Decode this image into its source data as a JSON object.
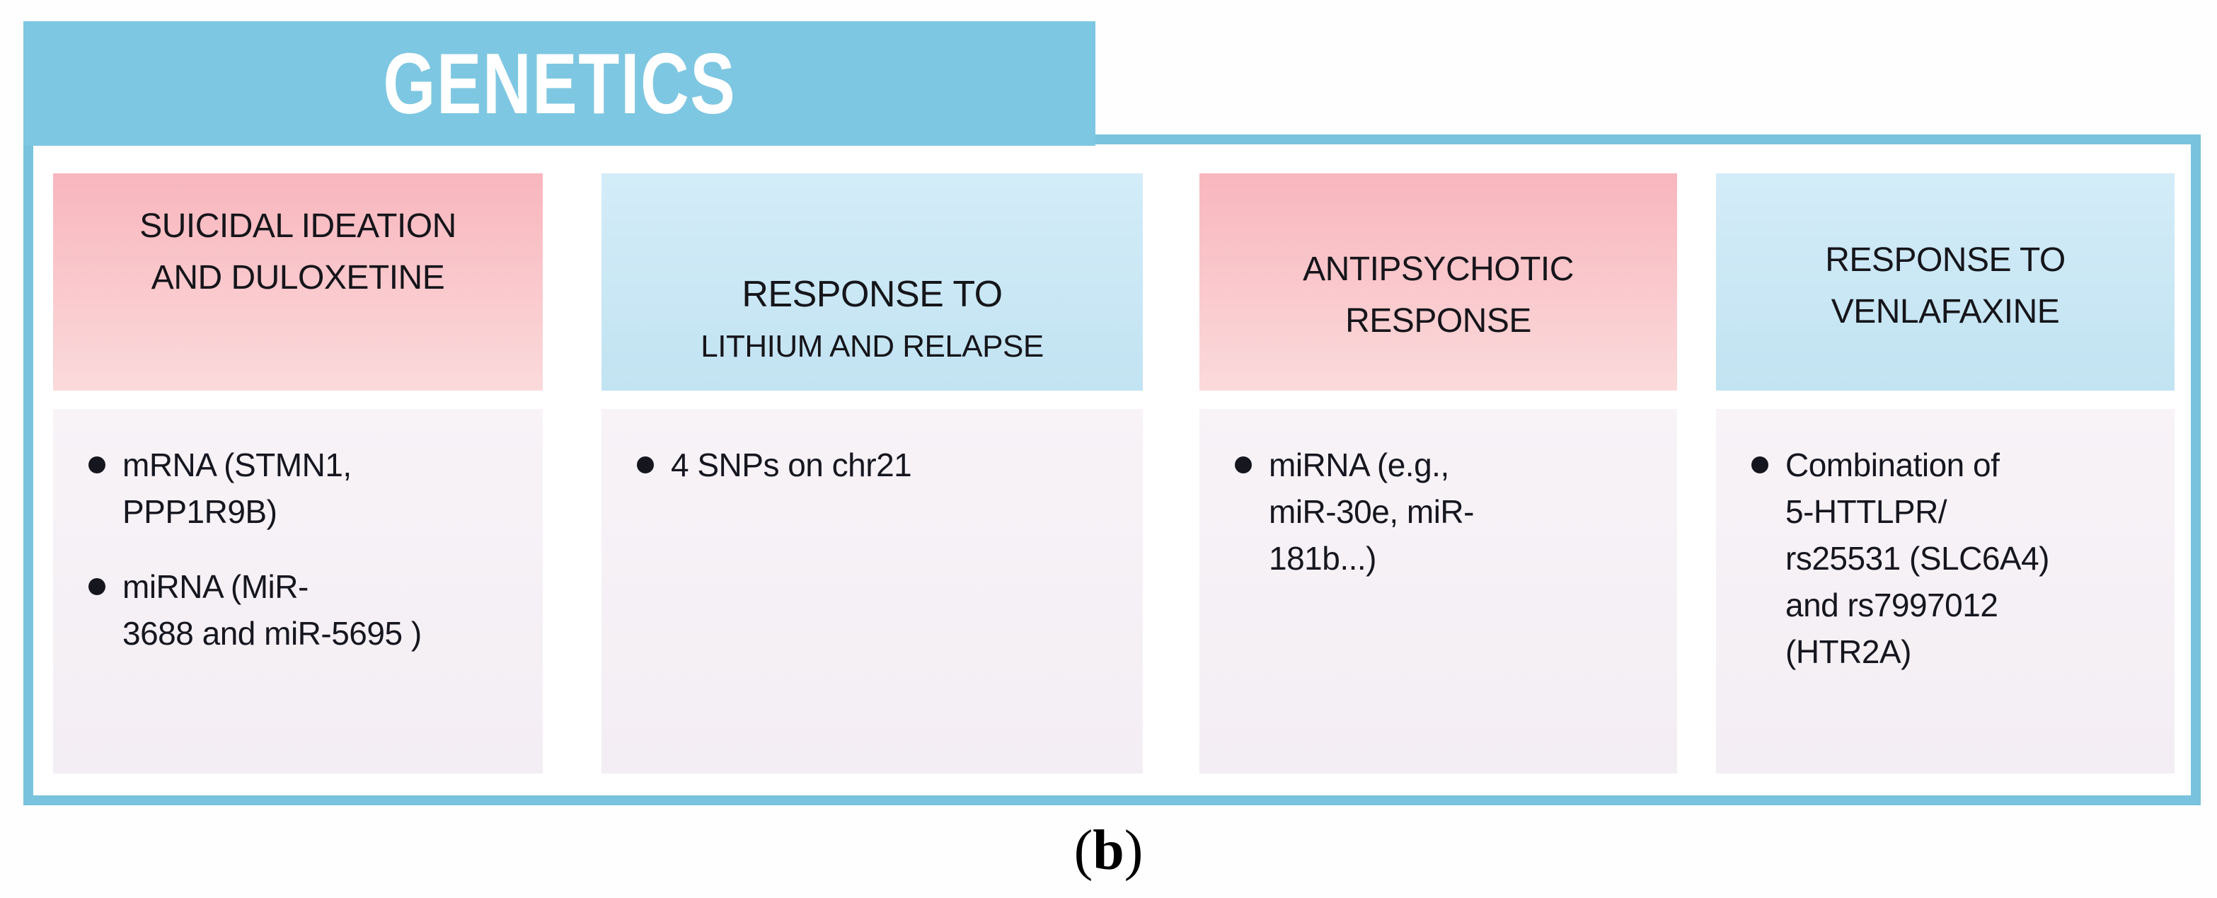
{
  "banner": {
    "title": "GENETICS"
  },
  "caption": {
    "open": "(",
    "letter": "b",
    "close": ")"
  },
  "colors": {
    "banner-blue": "#7ec7e2",
    "banner-text": "#ffffff",
    "panel-border": "#79c3df",
    "pink-top": "#f8b6bd",
    "pink-bottom": "#fbdadb",
    "blue-top": "#d3ecf8",
    "blue-bottom": "#c2e3f2",
    "body-top": "#f7f3f7",
    "body-bottom": "#f3eef3",
    "header-text": "#15151a",
    "body-text": "#16161f"
  },
  "columns": [
    {
      "name": "SUICIDAL IDEATION AND DULOXETINE",
      "tone": "pink",
      "header_lines": [
        "SUICIDAL IDEATION",
        "AND DULOXETINE"
      ],
      "items": [
        {
          "lines": [
            "mRNA (STMN1,",
            "PPP1R9B)"
          ]
        },
        {
          "lines": [
            "miRNA (MiR-",
            "3688 and miR-5695 )"
          ]
        }
      ]
    },
    {
      "name": "RESPONSE TO LITHIUM AND RELAPSE",
      "tone": "blue",
      "header_lines": [
        "RESPONSE TO",
        "LITHIUM AND RELAPSE"
      ],
      "items": [
        {
          "lines": [
            "4 SNPs on chr21"
          ]
        }
      ]
    },
    {
      "name": "ANTIPSYCHOTIC RESPONSE",
      "tone": "pink",
      "header_lines": [
        "ANTIPSYCHOTIC",
        "RESPONSE"
      ],
      "items": [
        {
          "lines": [
            "miRNA (e.g.,",
            "miR-30e, miR-",
            "181b...)"
          ]
        }
      ]
    },
    {
      "name": "RESPONSE TO VENLAFAXINE",
      "tone": "blue",
      "header_lines": [
        "RESPONSE TO",
        "VENLAFAXINE"
      ],
      "items": [
        {
          "lines": [
            "Combination of",
            "5-HTTLPR/",
            "rs25531 (SLC6A4)",
            "and rs7997012",
            "(HTR2A)"
          ]
        }
      ]
    }
  ]
}
